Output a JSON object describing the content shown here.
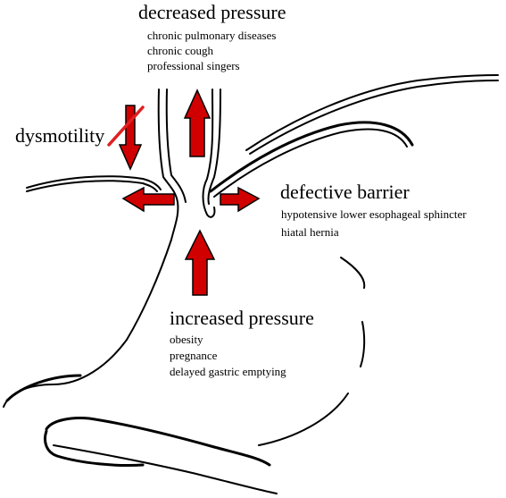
{
  "decreased": {
    "heading": "decreased pressure",
    "items": [
      "chronic pulmonary diseases",
      "chronic cough",
      "professional singers"
    ]
  },
  "dysmotility": {
    "label": "dysmotility"
  },
  "barrier": {
    "heading": "defective barrier",
    "items": [
      "hypotensive lower esophageal sphincter",
      "hiatal hernia"
    ]
  },
  "increased": {
    "heading": "increased pressure",
    "items": [
      "obesity",
      "pregnance",
      "delayed gastric emptying"
    ]
  },
  "colors": {
    "arrow_fill": "#d10000",
    "ink": "#000000",
    "cross_out": "#e02020"
  }
}
